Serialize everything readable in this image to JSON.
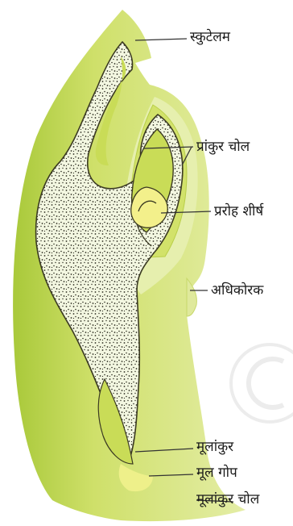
{
  "labels": {
    "scutellum": "स्कुटेलम",
    "coleoptile": "प्रांकुर चोल",
    "shoot_apex": "प्ररोह शीर्ष",
    "epiblast": "अधिकोरक",
    "radicle": "मूलांकुर",
    "root_cap": "मूल गोप",
    "coleorhiza": "मूलांकुर चोल"
  },
  "colors": {
    "outer_green": "#d4e37a",
    "pale_layer": "#e6efae",
    "inner_green": "#c9dc57",
    "speckle_fill": "#f3f7e1",
    "shoot_apex": "#f3f08b",
    "leader_line": "#333333"
  }
}
